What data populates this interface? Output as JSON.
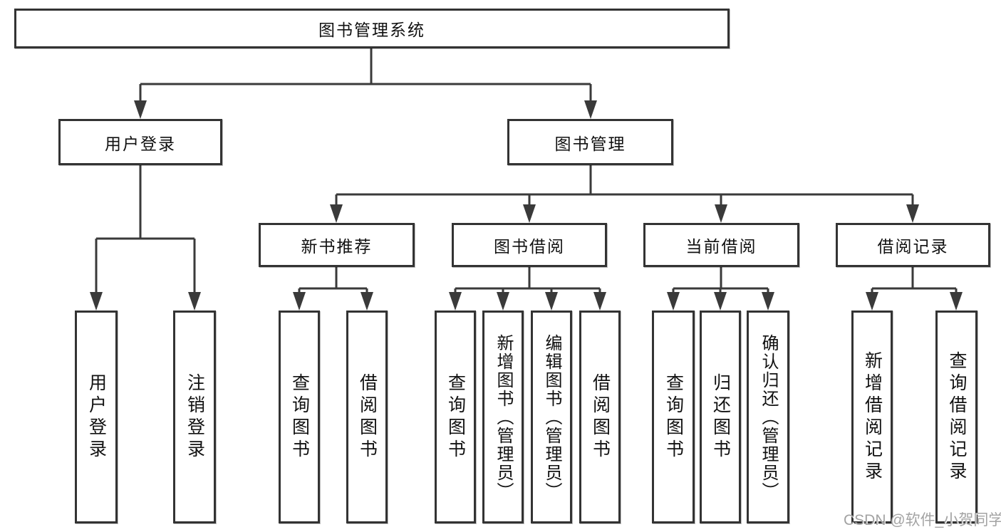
{
  "tree": {
    "label": "图书管理系统",
    "children": [
      {
        "label": "用户登录",
        "children": [
          {
            "label": "用户登录"
          },
          {
            "label": "注销登录"
          }
        ]
      },
      {
        "label": "图书管理",
        "children": [
          {
            "label": "新书推荐",
            "children": [
              {
                "label": "查询图书"
              },
              {
                "label": "借阅图书"
              }
            ]
          },
          {
            "label": "图书借阅",
            "children": [
              {
                "label": "查询图书"
              },
              {
                "label": "新增图书（管理员）"
              },
              {
                "label": "编辑图书（管理员）"
              },
              {
                "label": "借阅图书"
              }
            ]
          },
          {
            "label": "当前借阅",
            "children": [
              {
                "label": "查询图书"
              },
              {
                "label": "归还图书"
              },
              {
                "label": "确认归还（管理员）"
              }
            ]
          },
          {
            "label": "借阅记录",
            "children": [
              {
                "label": "新增借阅记录"
              },
              {
                "label": "查询借阅记录"
              }
            ]
          }
        ]
      }
    ]
  },
  "watermark": {
    "text": "CSDN @软件_小贺同学"
  },
  "colors": {
    "background": "#ffffff",
    "line": "#3a3a3a",
    "box_border": "#333333",
    "text": "#111111",
    "watermark": "#a3a3a3"
  }
}
